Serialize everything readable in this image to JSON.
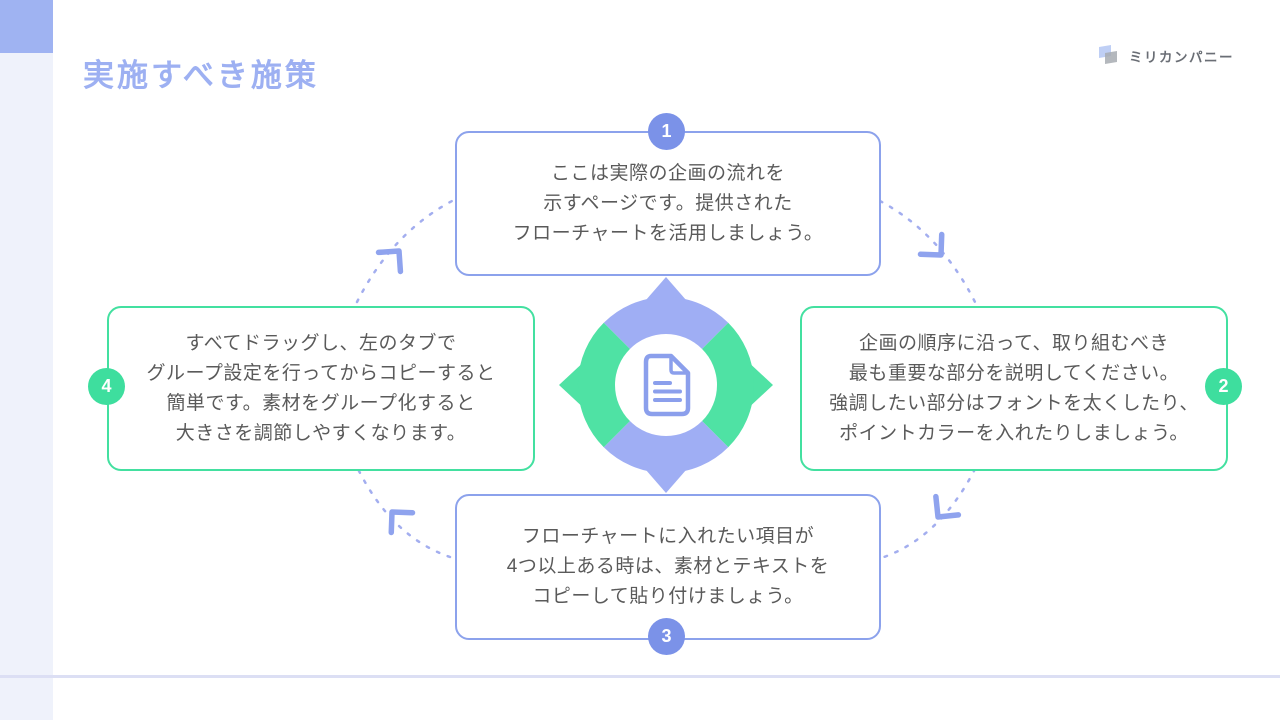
{
  "slide": {
    "title": "実施すべき施策",
    "logo": {
      "company": "ミリカンパニー"
    }
  },
  "diagram": {
    "type": "cycle-flowchart",
    "flow_direction": "clockwise",
    "center": {
      "icon": "document-icon"
    },
    "steps": [
      {
        "number": "1",
        "accent": "blue",
        "position": "top",
        "text": "ここは実際の企画の流れを\n示すページです。提供された\nフローチャートを活用しましょう。"
      },
      {
        "number": "2",
        "accent": "green",
        "position": "right",
        "text": "企画の順序に沿って、取り組むべき\n最も重要な部分を説明してください。\n強調したい部分はフォントを太くしたり、\nポイントカラーを入れたりしましょう。"
      },
      {
        "number": "3",
        "accent": "blue",
        "position": "bottom",
        "text": "フローチャートに入れたい項目が\n4つ以上ある時は、素材とテキストを\nコピーして貼り付けましょう。"
      },
      {
        "number": "4",
        "accent": "green",
        "position": "left",
        "text": "すべてドラッグし、左のタブで\nグループ設定を行ってからコピーすると\n簡単です。素材をグループ化すると\n大きさを調節しやすくなります。"
      }
    ]
  },
  "colors": {
    "accent_blue": "#8CA2EC",
    "accent_green": "#43E0A0",
    "badge_blue": "#7B92E8",
    "badge_green": "#3EDE9E",
    "ring_blue": "#9FAEF4",
    "ring_green": "#4FE2A4",
    "arrow_dash": "#A3AEEF",
    "title_text": "#9DB0F2",
    "body_text": "#5A5A5A",
    "sidebar": "#EFF2FB",
    "corner_square": "#9FB3F2",
    "divider": "#DCDFF4"
  }
}
